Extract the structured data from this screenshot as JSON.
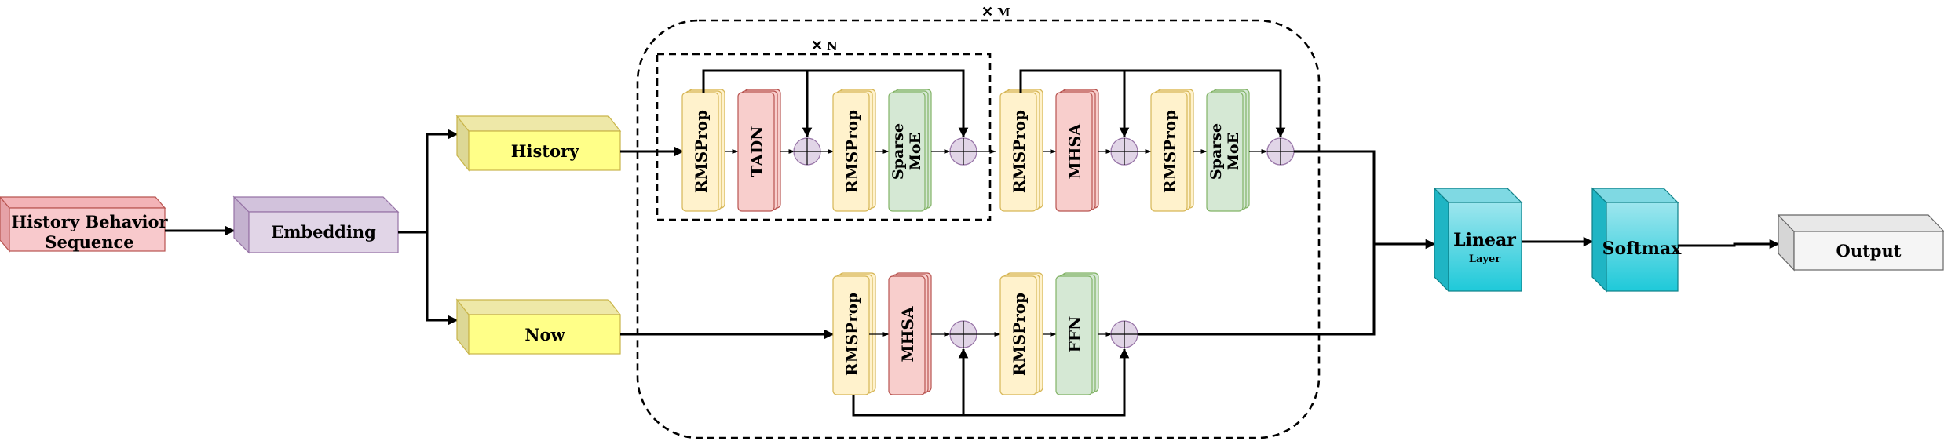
{
  "labels": {
    "history_behavior_line1": "History Behavior",
    "history_behavior_line2": "Sequence",
    "embedding": "Embedding",
    "history": "History",
    "now": "Now",
    "rmsprop": "RMSProp",
    "tadn": "TADN",
    "sparse": "Sparse",
    "moe": "MoE",
    "mhsa": "MHSA",
    "ffn": "FFN",
    "linear": "Linear",
    "layer": "Layer",
    "softmax": "Softmax",
    "output": "Output",
    "repeat_n": "N",
    "repeat_m": "M",
    "times": "✕"
  },
  "colors": {
    "pink_front": "#f8c9cc",
    "pink_top": "#f3b3b7",
    "pink_side": "#e6a2a7",
    "pink_stroke": "#b85450",
    "purple_front": "#e1d5e7",
    "purple_top": "#d2c2dc",
    "purple_side": "#c4b2cf",
    "purple_stroke": "#9673a6",
    "yellow_front": "#ffff88",
    "yellow_top": "#eee8a8",
    "yellow_side": "#ddd896",
    "yellow_stroke": "#c9b54a",
    "rms_fill": "#fff2cc",
    "rms_stroke": "#d6b656",
    "red_fill": "#f8cecc",
    "red_stroke": "#b85450",
    "green_fill": "#d5e8d4",
    "green_stroke": "#82b366",
    "circle_fill": "#e1d5e7",
    "circle_stroke": "#9673a6",
    "cyan_top": "#7fd9e3",
    "cyan_side": "#1fb5c4",
    "cyan_front_top": "#9ee6ee",
    "cyan_front_bottom": "#1ec9d9",
    "cyan_stroke": "#0e8088",
    "gray_front": "#f5f5f5",
    "gray_top": "#e8e8e8",
    "gray_side": "#d6d6d6",
    "gray_stroke": "#666666"
  }
}
